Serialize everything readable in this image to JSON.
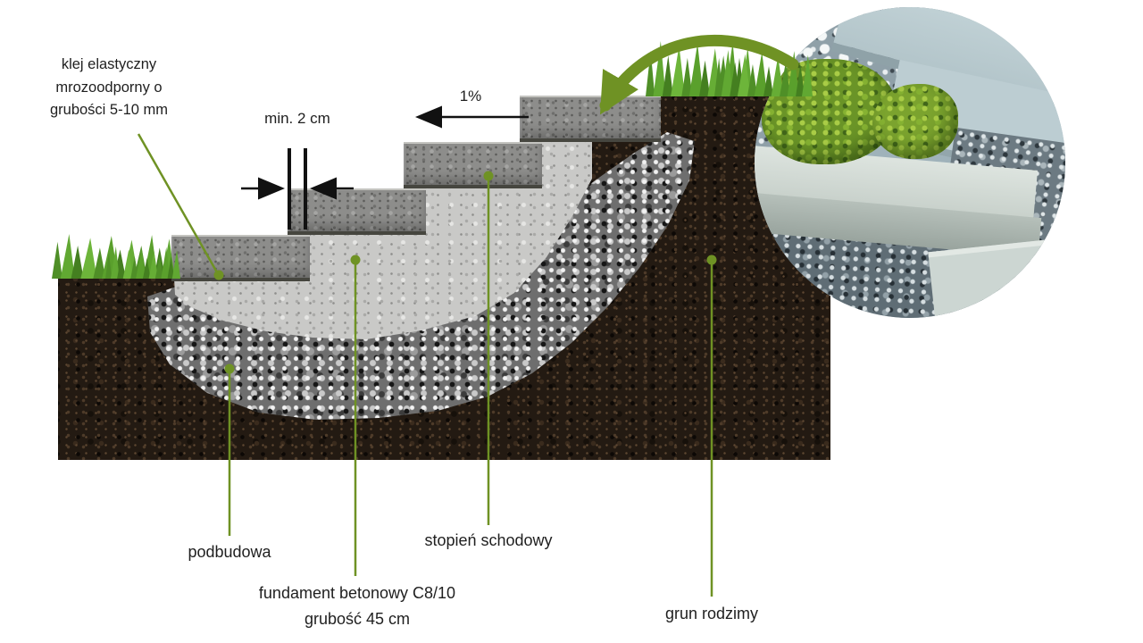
{
  "colors": {
    "accent": "#6f9224",
    "ink": "#1f1f1f"
  },
  "callouts": {
    "adhesive": {
      "line1": "klej elastyczny",
      "line2": "mrozoodporny o",
      "line3": "grubości 5-10 mm"
    },
    "min_gap": "min. 2 cm",
    "slope": "1%",
    "step": "stopień schodowy",
    "subbase": "podbudowa",
    "foundation": {
      "line1": "fundament betonowy C8/10",
      "line2": "grubość 45 cm"
    },
    "native_soil": "grun rodzimy"
  }
}
